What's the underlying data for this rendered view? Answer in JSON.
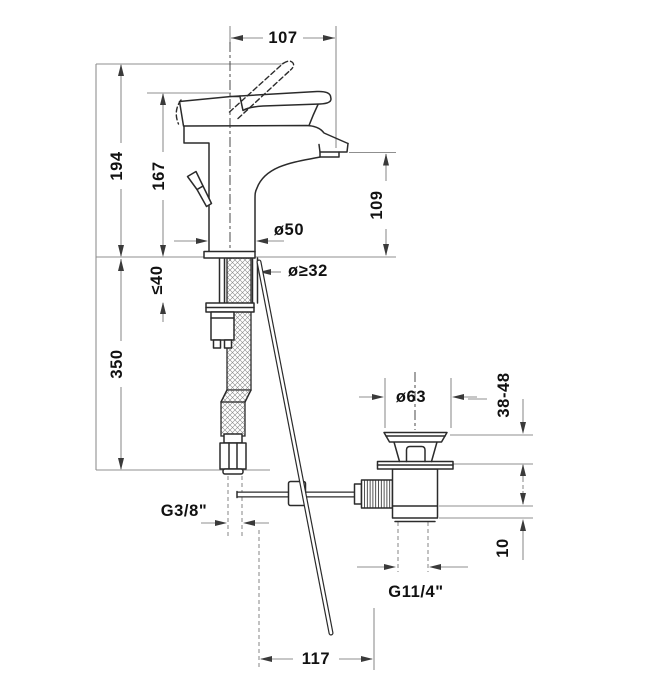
{
  "drawing": {
    "kind": "technical-dimension-drawing",
    "colors": {
      "product_line": "#2b2b2b",
      "dimension_line": "#8f8f8f",
      "arrowhead": "#3a3a3a",
      "text": "#111111",
      "background": "#ffffff"
    }
  },
  "dimensions": {
    "spout_reach": "107",
    "total_height": "194",
    "body_height": "167",
    "max_deck_thickness": "≤40",
    "hose_length": "350",
    "base_diameter": "ø50",
    "min_hole_diameter": "ø≥32",
    "outlet_height": "109",
    "waste_flange_diameter": "ø63",
    "basin_thickness_range": "38-48",
    "waste_lower_offset": "10",
    "supply_connection": "G3/8\"",
    "waste_connection": "G11/4\"",
    "rod_projection": "117"
  }
}
